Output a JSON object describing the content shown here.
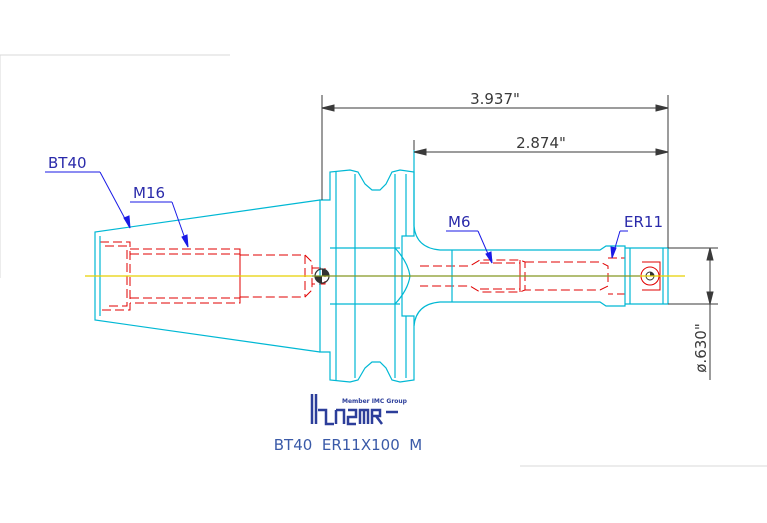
{
  "dimensions": {
    "overall_length": "3.937\"",
    "gauge_length": "2.874\"",
    "diameter": "ø.630\""
  },
  "labels": {
    "taper": "BT40",
    "drawbar_thread": "M16",
    "screw_thread": "M6",
    "collet": "ER11"
  },
  "logo": {
    "tagline": "Member IMC Group",
    "brand": "ISCAR"
  },
  "part_number": "BT40  ER11X100  M",
  "colors": {
    "outline": "#00b8d4",
    "hidden": "#e00000",
    "centerline": "#e6d000",
    "dimension": "#3a3a3a",
    "leader": "#1a1ae6",
    "label": "#2a2aaa",
    "logo": "#2c3e9a"
  }
}
